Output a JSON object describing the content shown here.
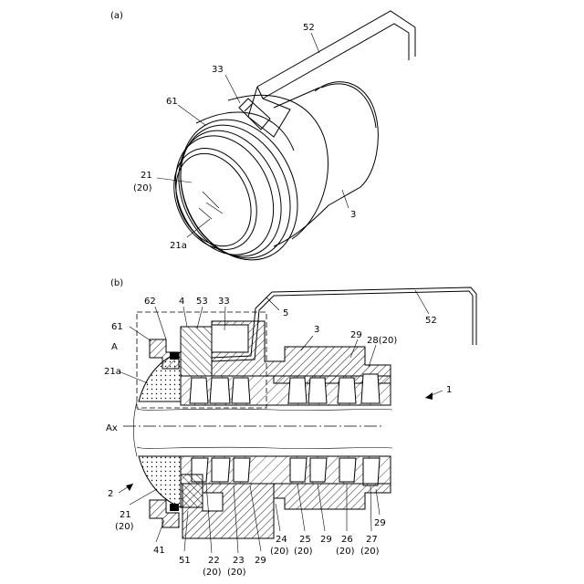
{
  "panels": {
    "a": "(a)",
    "b": "(b)"
  },
  "labels_a": {
    "l52": "52",
    "l33": "33",
    "l61": "61",
    "l21": "21",
    "l21sub": "(20)",
    "l3": "3",
    "l21a": "21a"
  },
  "labels_b": {
    "l62": "62",
    "l4": "4",
    "l53": "53",
    "l33": "33",
    "l5": "5",
    "l52": "52",
    "l61": "61",
    "lA": "A",
    "l3": "3",
    "l29a": "29",
    "l28": "28(20)",
    "l21a": "21a",
    "l1": "1",
    "lAx": "Ax",
    "l2": "2",
    "l21": "21",
    "l21sub": "(20)",
    "l41": "41",
    "l51": "51",
    "l22": "22",
    "l22sub": "(20)",
    "l23": "23",
    "l23sub": "(20)",
    "l29b": "29",
    "l24": "24",
    "l24sub": "(20)",
    "l25": "25",
    "l25sub": "(20)",
    "l29c": "29",
    "l26": "26",
    "l26sub": "(20)",
    "l27": "27",
    "l27sub": "(20)",
    "l29d": "29"
  }
}
